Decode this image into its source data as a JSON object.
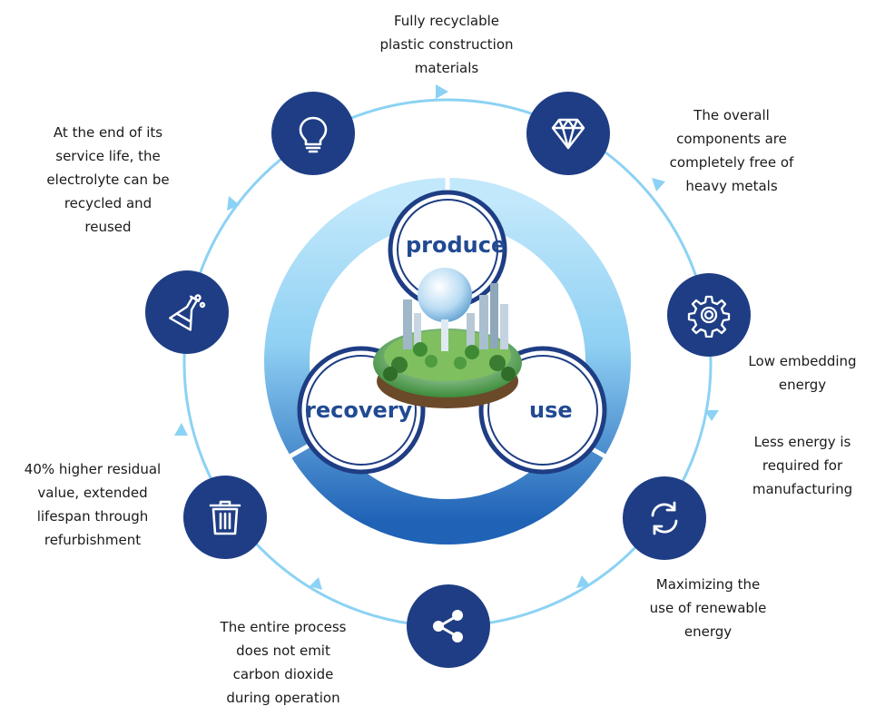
{
  "colors": {
    "outer_ring": "#8cd2f4",
    "inner_ring_light": "#bfe6fa",
    "inner_ring_dark": "#1f5fb1",
    "node_fill": "#1e3d84",
    "stage_text": "#214a92"
  },
  "stages": {
    "produce": "produce",
    "use": "use",
    "recovery": "recovery"
  },
  "nodes": [
    {
      "id": "lightbulb",
      "icon": "lightbulb-icon"
    },
    {
      "id": "diamond",
      "icon": "diamond-icon"
    },
    {
      "id": "gear",
      "icon": "gear-icon"
    },
    {
      "id": "refresh",
      "icon": "refresh-icon"
    },
    {
      "id": "share",
      "icon": "share-icon"
    },
    {
      "id": "trash",
      "icon": "trash-icon"
    },
    {
      "id": "flask",
      "icon": "flask-icon"
    }
  ],
  "labels": {
    "top": [
      "Fully recyclable",
      "plastic construction",
      "materials"
    ],
    "top_right": [
      "The overall",
      "components are",
      "completely free of",
      "heavy metals"
    ],
    "right_gear": [
      "Low embedding",
      "energy"
    ],
    "right_refresh": [
      "Less energy is",
      "required for",
      "manufacturing"
    ],
    "bottom_right": [
      "Maximizing the",
      "use of renewable",
      "energy"
    ],
    "bottom": [
      "The entire process",
      "does not emit",
      "carbon dioxide",
      "during operation"
    ],
    "left_trash": [
      "40% higher residual",
      "value, extended",
      "lifespan through",
      "refurbishment"
    ],
    "top_left": [
      "At the end of its",
      "service life, the",
      "electrolyte can be",
      "recycled and",
      "reused"
    ]
  }
}
